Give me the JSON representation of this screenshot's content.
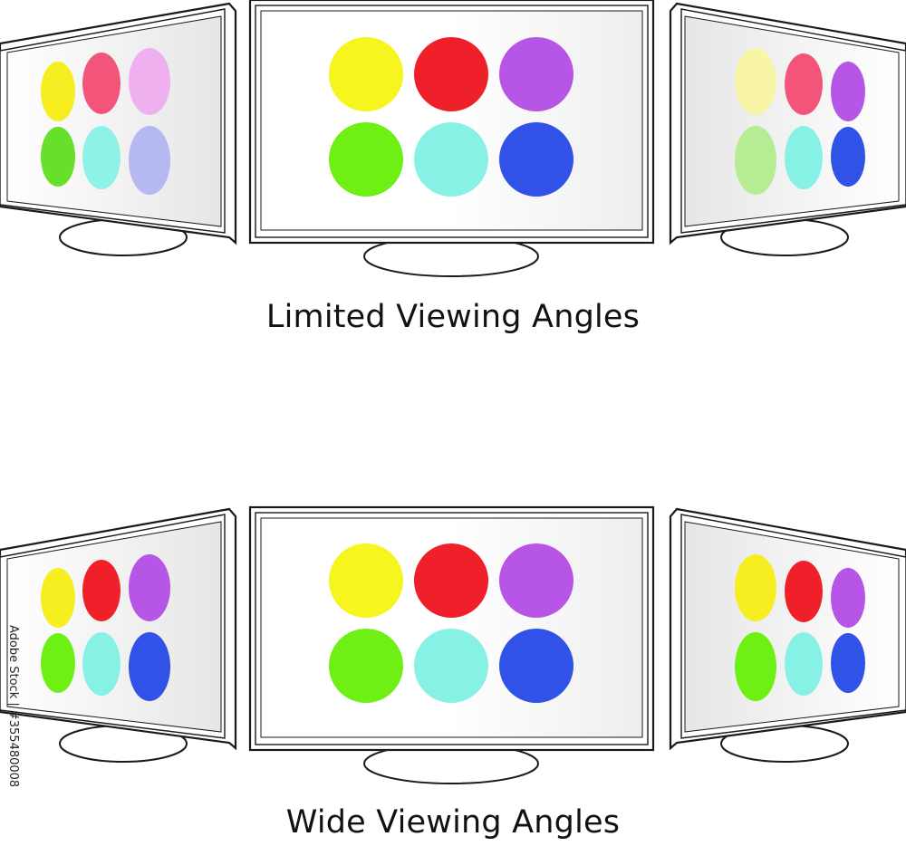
{
  "captions": {
    "limited": "Limited Viewing Angles",
    "wide": "Wide Viewing Angles"
  },
  "stock_id": "Adobe Stock | #355480008",
  "colors": {
    "screen_gradient_edge": "#e6e6e6",
    "limited": {
      "left": [
        "#f6ee20",
        "#f2547a",
        "#efb0ef",
        "#66e02a",
        "#8ef2e6",
        "#b6b8f2"
      ],
      "center": [
        "#f6f51e",
        "#f0202a",
        "#b655e6",
        "#6ef015",
        "#88f1e6",
        "#3052e6"
      ],
      "right": [
        "#f8f5a6",
        "#f2547a",
        "#b655e6",
        "#b6ec94",
        "#88f1e6",
        "#3052e6"
      ]
    },
    "wide": {
      "left": [
        "#f6ee20",
        "#f0202a",
        "#b655e6",
        "#6ef015",
        "#88f1e6",
        "#3052e6"
      ],
      "center": [
        "#f6f51e",
        "#f0202a",
        "#b655e6",
        "#6ef015",
        "#88f1e6",
        "#3052e6"
      ],
      "right": [
        "#f6ee20",
        "#f0202a",
        "#b655e6",
        "#6ef015",
        "#88f1e6",
        "#3052e6"
      ]
    }
  }
}
